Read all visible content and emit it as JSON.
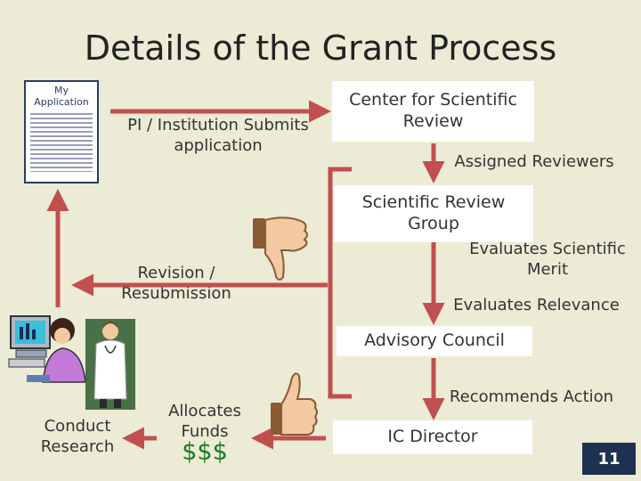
{
  "title": "Details of the Grant Process",
  "application_doc": {
    "label": "My Application"
  },
  "steps": {
    "submit": "PI / Institution Submits application",
    "csr": "Center for Scientific Review",
    "assigned": "Assigned Reviewers",
    "srg": "Scientific Review Group",
    "evaluates_merit": "Evaluates Scientific Merit",
    "evaluates_relevance": "Evaluates Relevance",
    "revision": "Revision / Resubmission",
    "advisory": "Advisory Council",
    "recommends": "Recommends Action",
    "ic_director": "IC Director",
    "allocates": "Allocates Funds",
    "money": "$$$",
    "conduct": "Conduct Research"
  },
  "slide_number": "11",
  "colors": {
    "arrow_red": "#c0504d",
    "background": "#ecebd6",
    "money_green": "#1d7a1d",
    "badge": "#1f3150"
  },
  "icons": [
    "thumbs-down-icon",
    "thumbs-up-icon",
    "computer-user-icon",
    "doctor-icon"
  ]
}
